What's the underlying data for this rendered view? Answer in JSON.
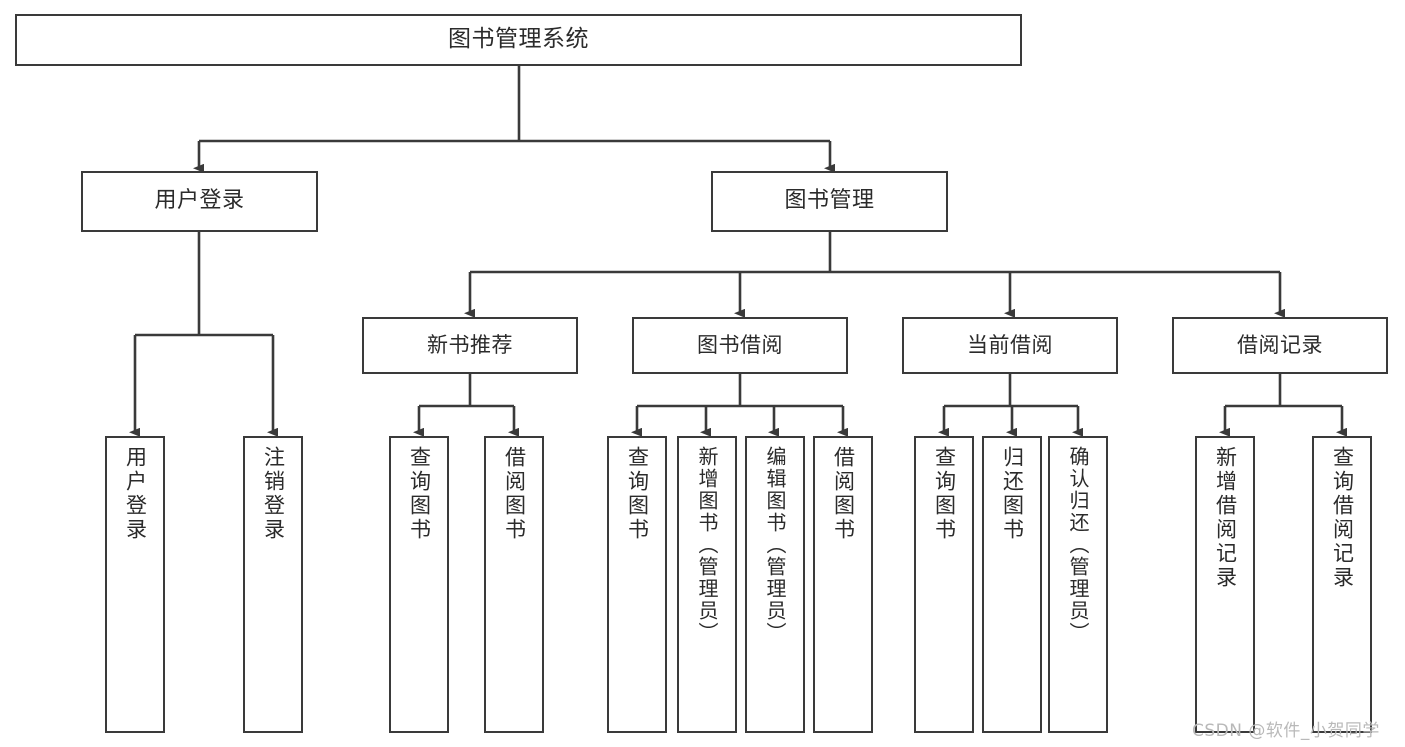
{
  "diagram": {
    "title": "图书管理系统",
    "type": "hierarchy-tree",
    "colors": {
      "box_border": "#3a3a3a",
      "box_fill": "#ffffff",
      "text": "#2b2b2b",
      "connector": "#3a3a3a",
      "watermark": "#b9b9b9",
      "background": "#ffffff"
    },
    "nodes": {
      "root": {
        "label": "图书管理系统"
      },
      "level2": [
        {
          "label": "用户登录"
        },
        {
          "label": "图书管理"
        }
      ],
      "level3": [
        {
          "label": "新书推荐"
        },
        {
          "label": "图书借阅"
        },
        {
          "label": "当前借阅"
        },
        {
          "label": "借阅记录"
        }
      ],
      "leaves": {
        "user_login": [
          {
            "label": "用户登录"
          },
          {
            "label": "注销登录"
          }
        ],
        "new_book_recommend": [
          {
            "label": "查询图书"
          },
          {
            "label": "借阅图书"
          }
        ],
        "book_borrow": [
          {
            "label": "查询图书"
          },
          {
            "label": "新增图书（管理员）"
          },
          {
            "label": "编辑图书（管理员）"
          },
          {
            "label": "借阅图书"
          }
        ],
        "current_borrow": [
          {
            "label": "查询图书"
          },
          {
            "label": "归还图书"
          },
          {
            "label": "确认归还（管理员）"
          }
        ],
        "borrow_records": [
          {
            "label": "新增借阅记录"
          },
          {
            "label": "查询借阅记录"
          }
        ]
      }
    },
    "watermark": "CSDN @软件_小贺同学"
  }
}
